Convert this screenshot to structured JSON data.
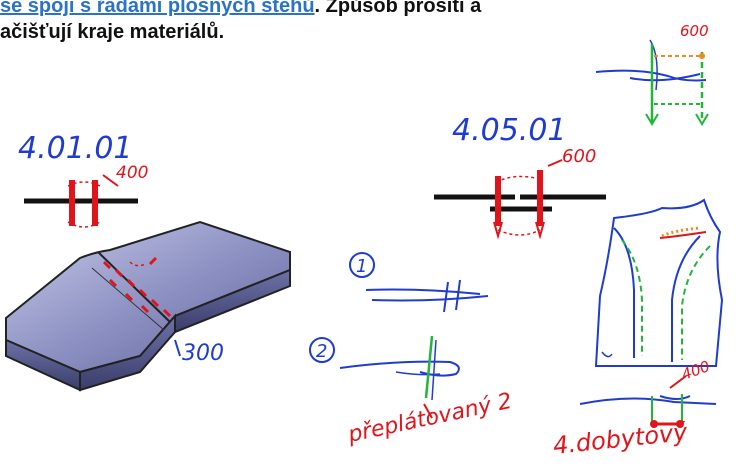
{
  "header": {
    "line1_link": "se spojí s řadami plošných stehů",
    "line1_rest": ". Způsob prošití a",
    "line2": "ačišťují kraje materiálů."
  },
  "labels": {
    "code_left": "4.01.01",
    "num_400_left": "400",
    "num_300": "300",
    "code_mid": "4.05.01",
    "num_600_mid": "600",
    "num_600_top": "600",
    "marker_1": "1",
    "marker_2": "2",
    "preplatovany": "přeplátovaný 2",
    "num_400_right": "400",
    "dobytovy": "4.dobytový"
  },
  "colors": {
    "ink_blue": "#1f3ccf",
    "ink_red": "#e0141b",
    "ink_green": "#22b53a",
    "ink_orange": "#f08a1a",
    "header_link": "#2a73c9"
  }
}
